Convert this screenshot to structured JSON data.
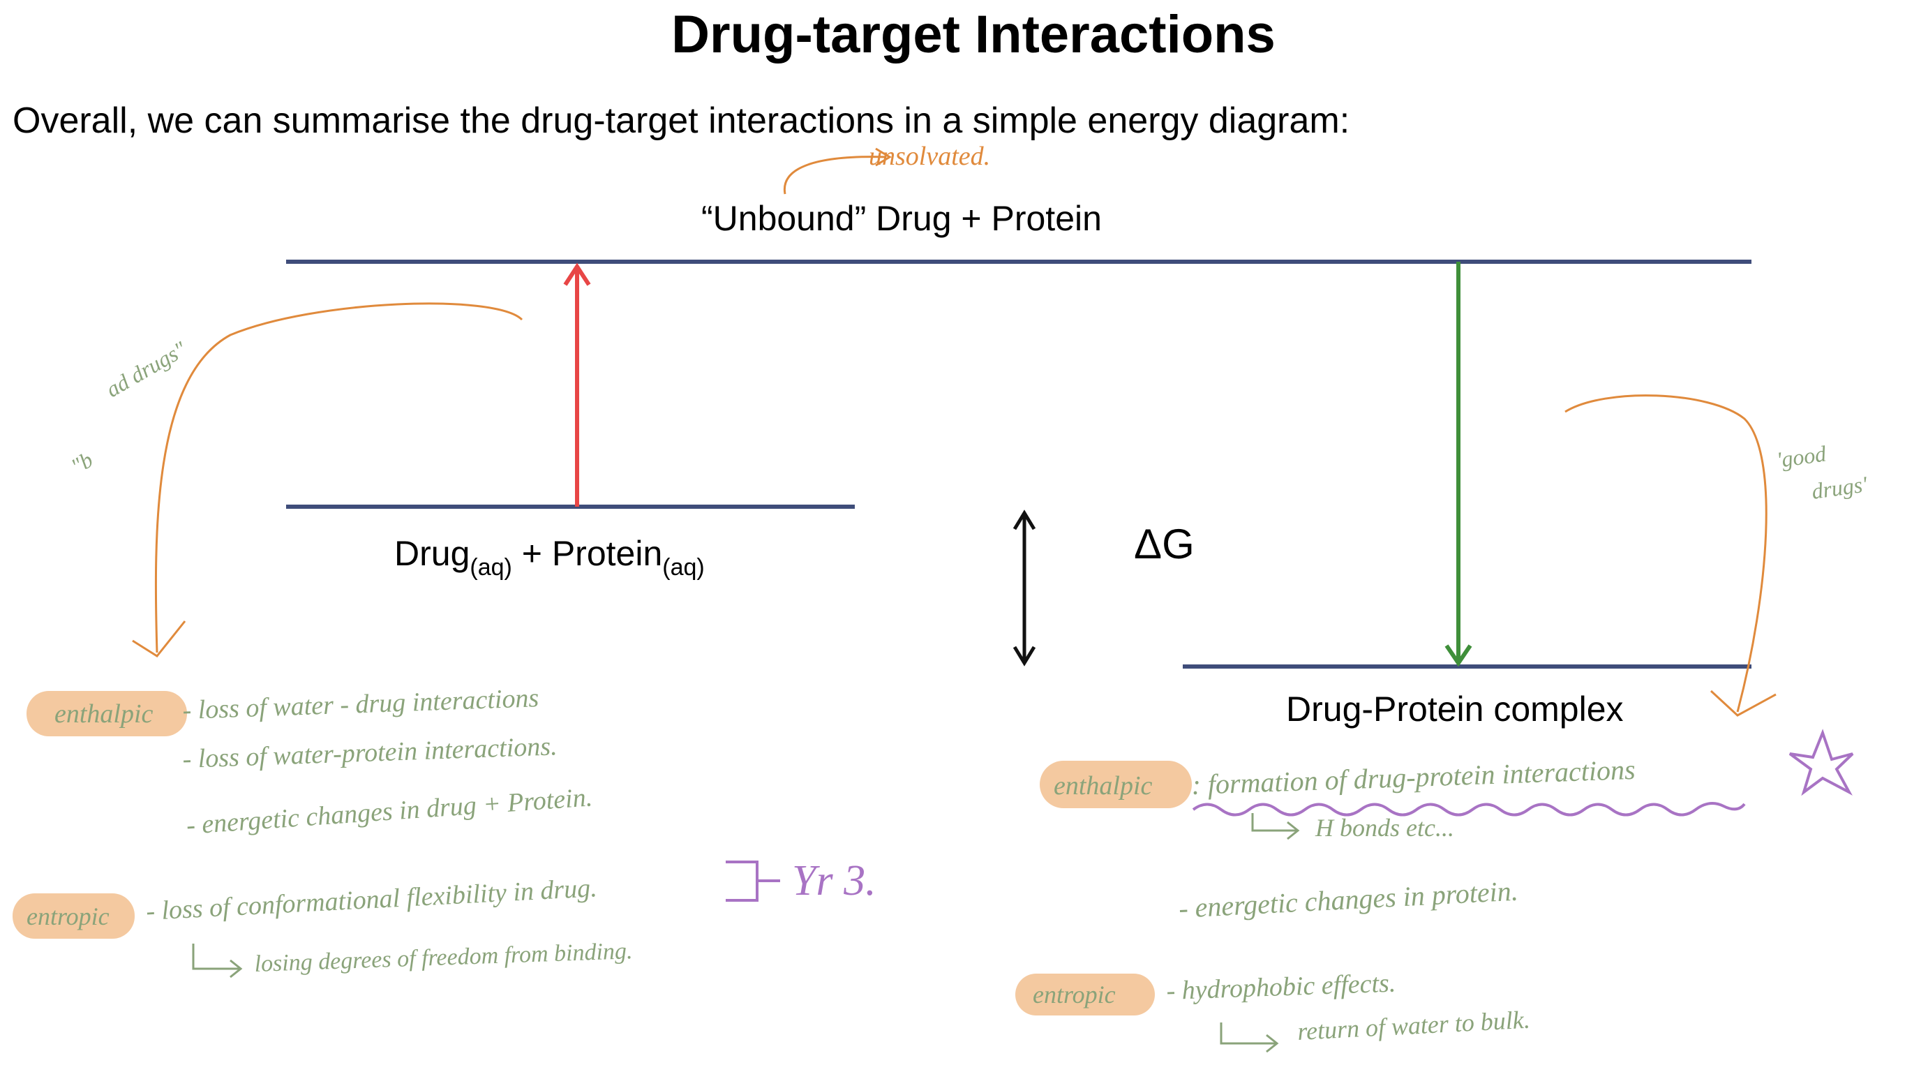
{
  "title": "Drug-target Interactions",
  "intro": "Overall, we can summarise the drug-target interactions in a simple energy diagram:",
  "diagram": {
    "levels": {
      "top_label": "“Unbound” Drug + Protein",
      "left_label": {
        "drug": "Drug",
        "sub1": "(aq)",
        "plus": " + Protein",
        "sub2": "(aq)"
      },
      "bottom_label": "Drug-Protein complex"
    },
    "delta_g": "ΔG",
    "colors": {
      "level_line": "#3f4d7a",
      "red_arrow": "#e84646",
      "green_arrow": "#3f8f3a",
      "black_arrow": "#111111",
      "orange_ink": "#e08a3c",
      "green_ink": "#8aa37a",
      "purple_ink": "#a873c4",
      "highlight": "#f4c9a0"
    }
  },
  "annotations": {
    "unsolvated": "unsolvated.",
    "bad_drugs_1": "\"b",
    "bad_drugs_2": "ad drugs\"",
    "good_drugs_1": "'good",
    "good_drugs_2": "drugs'",
    "left": {
      "enthalpic_tag": "enthalpic",
      "enthalpic_items": [
        "- loss of water - drug interactions",
        "- loss of water-protein interactions.",
        "- energetic changes in drug + Protein."
      ],
      "entropic_tag": "entropic",
      "entropic_item": "- loss of conformational flexibility in drug.",
      "entropic_sub": "losing degrees of freedom from binding.",
      "bracket_note": "Yr 3."
    },
    "right": {
      "enthalpic_tag": "enthalpic",
      "enthalpic_item": ": formation of drug-protein interactions",
      "enthalpic_sub": "H bonds etc...",
      "energetic_item": "- energetic changes in protein.",
      "entropic_tag": "entropic",
      "entropic_item": "- hydrophobic effects.",
      "entropic_sub": "return of water to bulk."
    }
  }
}
